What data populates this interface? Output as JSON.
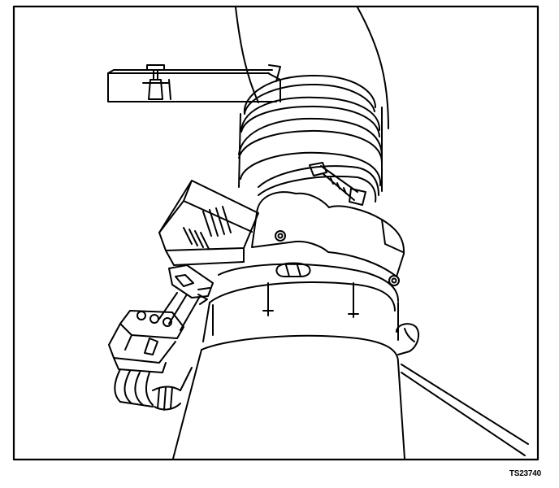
{
  "figure": {
    "code": "TS23740",
    "colors": {
      "line": "#000000",
      "background": "#ffffff"
    },
    "parts": {
      "intake_duct": "duct-illustration",
      "sensor_module": "mass-airflow-sensor-illustration",
      "electrical_connector": "harness-connector-illustration",
      "mounting_bracket": "bracket-illustration",
      "hose_clamp": "clamp-illustration"
    }
  }
}
